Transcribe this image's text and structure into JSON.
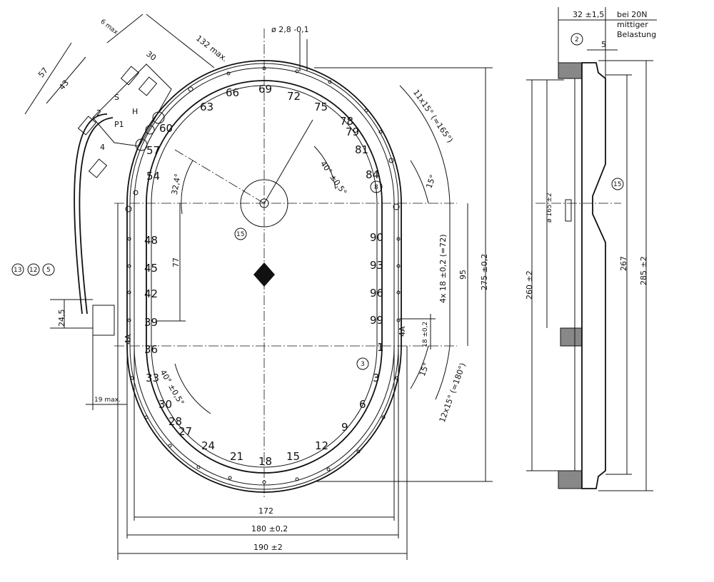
{
  "scale_labels": [
    "69",
    "72",
    "75",
    "78",
    "79",
    "81",
    "84",
    "66",
    "63",
    "60",
    "57",
    "54",
    "48",
    "45",
    "42",
    "39",
    "36",
    "90",
    "93",
    "96",
    "99",
    "1",
    "3",
    "6",
    "9",
    "12",
    "15",
    "18",
    "21",
    "24",
    "27",
    "28",
    "30",
    "33"
  ],
  "markers": {
    "left": "4A",
    "right": "4A"
  },
  "terminal_labels": [
    "S",
    "H",
    "P1",
    "2",
    "4"
  ],
  "dimensions": {
    "hole_dia": "ø 2,8 -0,1",
    "angle_top": "11x15° (≈165°)",
    "angle_center_top": "40° ±0,5°",
    "angle_324": "32,4°",
    "angle_15_top": "15°",
    "d77": "77",
    "pitch": "4x 18 ±0,2 (=72)",
    "d95": "95",
    "d275": "275 ±0,2",
    "d18": "18 ±0,2",
    "angle_15_bottom": "15°",
    "angle_bottom": "12x15° (=180°)",
    "angle_center_bottom": "40° ±0,5°",
    "w172": "172",
    "w180": "180 ±0,2",
    "w190": "190 ±2",
    "d245": "24,5",
    "d19": "19 max.",
    "d57": "57",
    "d43": "43",
    "d6": "6 max.",
    "d30": "30",
    "d132": "132 max."
  },
  "callouts": {
    "c13": "13",
    "c12": "12",
    "c5": "5",
    "c15": "15",
    "c8": "8",
    "c3": "3",
    "c2": "2",
    "c15r": "15"
  },
  "side_view": {
    "thick": "32 ±1,5",
    "note1": "bei 20N",
    "note2": "mittiger",
    "note3": "Belastung",
    "d5": "5",
    "dia165": "ø 165 ±2",
    "d260": "260 ±2",
    "d267": "267",
    "d285": "285 ±2"
  }
}
